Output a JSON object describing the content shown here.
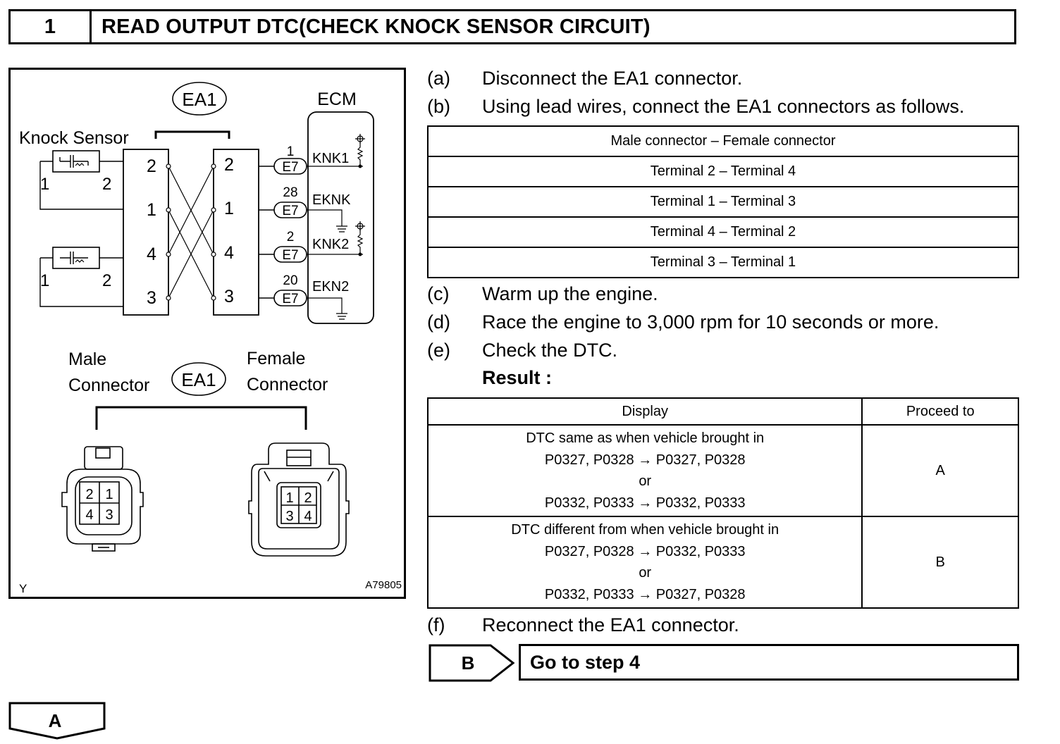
{
  "header": {
    "step_number": "1",
    "title": "READ OUTPUT DTC(CHECK KNOCK SENSOR CIRCUIT)"
  },
  "diagram": {
    "ea1_top": "EA1",
    "ecm": "ECM",
    "knock_sensor": "Knock Sensor",
    "sensor1_pins": [
      "1",
      "2"
    ],
    "sensor2_pins": [
      "1",
      "2"
    ],
    "left_pins": [
      "2",
      "1",
      "4",
      "3"
    ],
    "right_pins": [
      "2",
      "1",
      "4",
      "3"
    ],
    "ecm_pins": [
      {
        "num": "1",
        "conn": "E7",
        "sig": "KNK1"
      },
      {
        "num": "28",
        "conn": "E7",
        "sig": "EKNK"
      },
      {
        "num": "2",
        "conn": "E7",
        "sig": "KNK2"
      },
      {
        "num": "20",
        "conn": "E7",
        "sig": "EKN2"
      }
    ],
    "male_label": [
      "Male",
      "Connector"
    ],
    "ea1_bottom": "EA1",
    "female_label": [
      "Female",
      "Connector"
    ],
    "male_face": [
      "2",
      "1",
      "4",
      "3"
    ],
    "female_face": [
      "1",
      "2",
      "3",
      "4"
    ],
    "corner_left": "Y",
    "corner_right": "A79805"
  },
  "steps": {
    "a": {
      "label": "(a)",
      "text": "Disconnect the EA1 connector."
    },
    "b": {
      "label": "(b)",
      "text": "Using lead wires, connect the EA1 connectors as follows."
    },
    "c": {
      "label": "(c)",
      "text": "Warm up the engine."
    },
    "d": {
      "label": "(d)",
      "text": "Race the engine to 3,000 rpm for 10 seconds or more."
    },
    "e": {
      "label": "(e)",
      "text": "Check the DTC."
    },
    "result": "Result :",
    "f": {
      "label": "(f)",
      "text": "Reconnect the EA1 connector."
    }
  },
  "connection_table": {
    "header": "Male connector – Female connector",
    "rows": [
      "Terminal 2 – Terminal 4",
      "Terminal 1 – Terminal 3",
      "Terminal 4 – Terminal 2",
      "Terminal 3 – Terminal 1"
    ]
  },
  "result_table": {
    "headers": [
      "Display",
      "Proceed to"
    ],
    "rows": [
      {
        "lines": [
          "DTC same as when vehicle brought in",
          "P0327, P0328 → P0327, P0328",
          "or",
          "P0332, P0333 → P0332, P0333"
        ],
        "proceed": "A"
      },
      {
        "lines": [
          "DTC different from when vehicle brought in",
          "P0327, P0328 → P0332, P0333",
          "or",
          "P0332, P0333 → P0327, P0328"
        ],
        "proceed": "B"
      }
    ]
  },
  "goto": {
    "label": "B",
    "text": "Go to step 4"
  },
  "next": {
    "label": "A"
  }
}
